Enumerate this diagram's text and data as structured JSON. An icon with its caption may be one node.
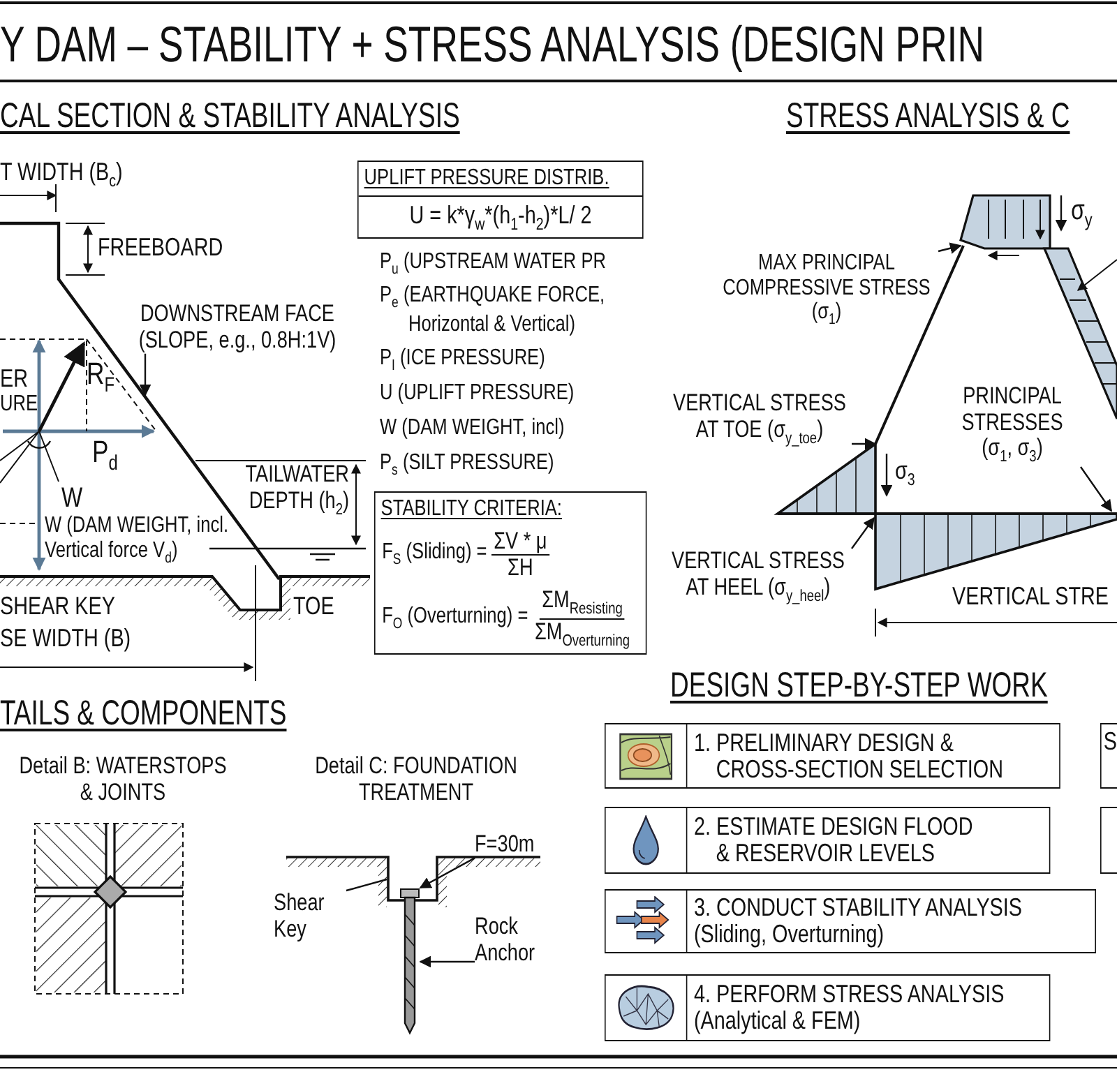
{
  "diagram": {
    "title": "Y DAM – STABILITY + STRESS ANALYSIS (DESIGN PRIN",
    "nodes": [
      {
        "text": [
          "UPLIFT PRESSURE DISTRIB.",
          "U = k*γ$_{w}$*(h$_{1}$-h$_{2}$)*L/ 2"
        ]
      },
      {
        "text": [
          "STABILITY CRITERIA:",
          "F$_{S}$ (Sliding) =",
          "ΣV * μ",
          "ΣH",
          "F$_{O}$ (Overturning) =",
          "ΣM$_{Resisting}$",
          "ΣM$_{Overturning}$"
        ]
      },
      {
        "text": [
          "DOWNSTREAM FACE (SLOPE, e.g., 0.8H:1V)"
        ]
      },
      {
        "text": [
          "MAX PRINCIPAL COMPRESSIVE STRESS (σ$_{1}$)"
        ]
      },
      {
        "text": [
          "VERTICAL STRESS AT TOE (σ$_{y_toe}$)"
        ]
      },
      {
        "text": [
          "PRINCIPAL STRESSES (σ$_{1}$, σ$_{3}$)"
        ]
      },
      {
        "text": [
          "VERTICAL STRESS AT HEEL (σ$_{y_heel}$)"
        ]
      },
      {
        "text": [
          "F=30m"
        ]
      },
      {
        "text": [
          "Shear Key"
        ]
      },
      {
        "text": [
          "Rock Anchor"
        ]
      },
      {
        "text": [
          "1. PRELIMINARY DESIGN & CROSS-SECTION SELECTION"
        ]
      },
      {
        "text": [
          "2. ESTIMATE DESIGN FLOOD & RESERVOIR LEVELS"
        ]
      },
      {
        "text": [
          "3. CONDUCT STABILITY ANALYSIS",
          "(Sliding, Overturning)"
        ]
      },
      {
        "text": [
          "4. PERFORM STRESS ANALYSIS",
          "(Analytical & FEM)"
        ]
      },
      {
        "text": [
          "S"
        ]
      },
      {
        "text": [],
        "shape": "box"
      },
      {
        "text": [],
        "shape": "picture"
      }
    ],
    "edges": [
      {
        "from": 2,
        "to": null,
        "arrow": "to"
      },
      {
        "from": 3,
        "to": null,
        "arrow": "to"
      },
      {
        "from": 4,
        "to": null,
        "arrow": "to"
      },
      {
        "from": 5,
        "to": null,
        "arrow": "to"
      },
      {
        "from": 6,
        "to": null,
        "arrow": "to"
      },
      {
        "from": 7,
        "to": 16,
        "arrow": "to"
      },
      {
        "from": 8,
        "to": null,
        "arrow": "none"
      },
      {
        "from": 9,
        "to": 16,
        "arrow": "to"
      }
    ],
    "labels": [
      "CAL SECTION & STABILITY ANALYSIS",
      "STRESS ANALYSIS & C",
      "T WIDTH (B$_{c}$)",
      "FREEBOARD",
      "ER",
      "URE",
      "R$_{F}$",
      "P$_{d}$",
      "W",
      "W (DAM WEIGHT, incl. Vertical force V$_{d}$)",
      "TAILWATER DEPTH (h$_{2}$)",
      "SHEAR KEY",
      "TOE",
      "SE WIDTH (B)",
      "P$_{u}$ (UPSTREAM WATER PR",
      "P$_{e}$ (EARTHQUAKE FORCE, Horizontal & Vertical)",
      "P$_{I}$ (ICE PRESSURE)",
      "U (UPLIFT PRESSURE)",
      "W (DAM WEIGHT, incl)",
      "P$_{s}$ (SILT PRESSURE)",
      "σ$_{y}$",
      "σ$_{3}$",
      "VERTICAL STRE",
      "TAILS & COMPONENTS",
      "Detail B: WATERSTOPS & JOINTS",
      "Detail C: FOUNDATION TREATMENT",
      "DESIGN STEP-BY-STEP WORK"
    ]
  }
}
